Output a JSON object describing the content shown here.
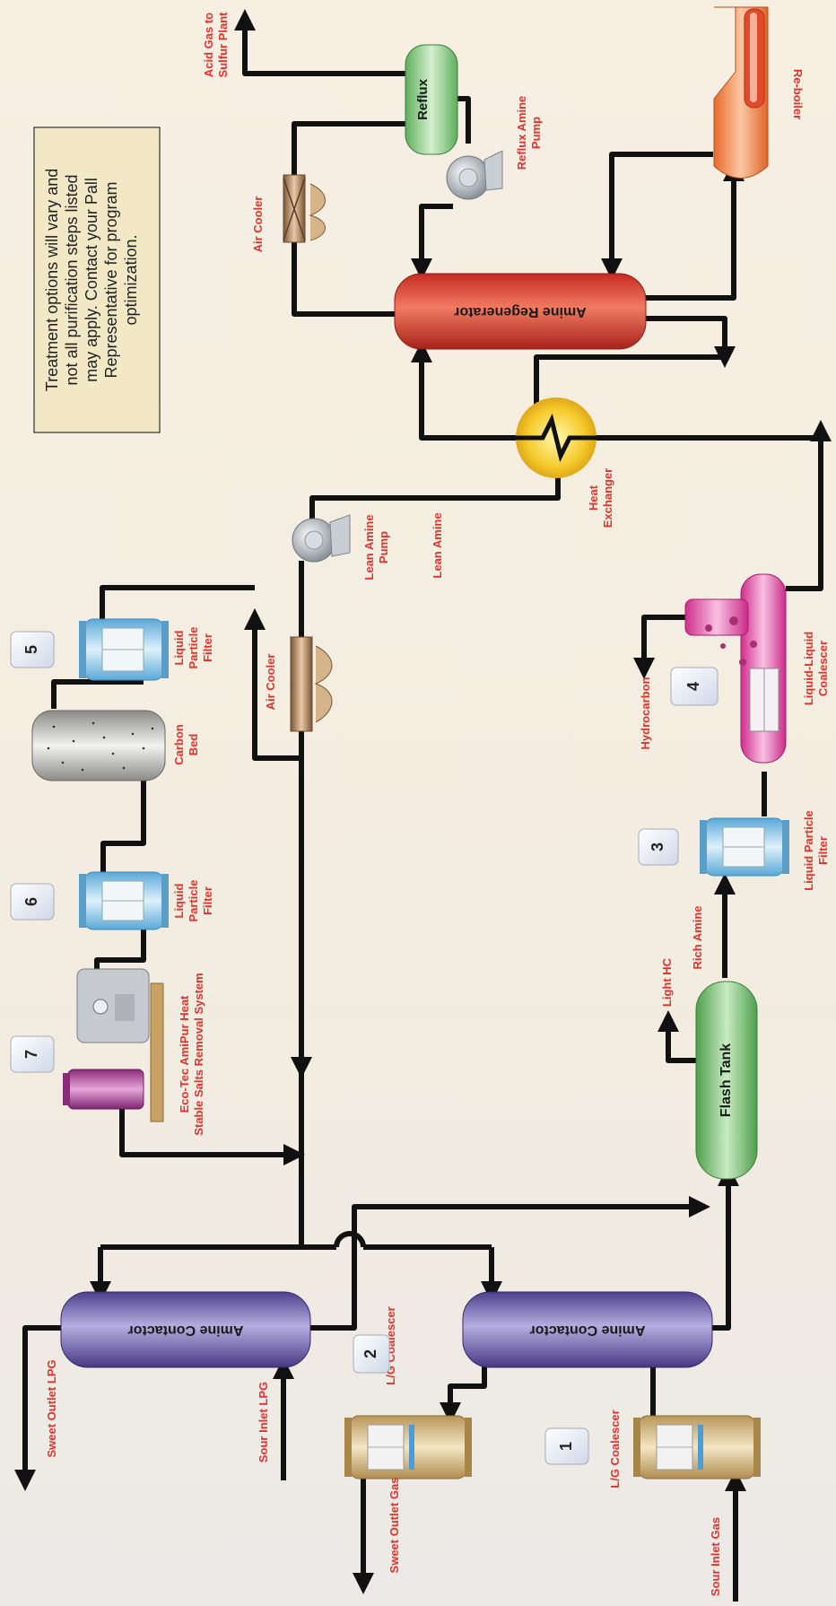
{
  "labels": {
    "acid_gas": [
      "Acid Gas to",
      "Sulfur Plant"
    ],
    "reflux": "Reflux",
    "reflux_pump": [
      "Reflux Amine",
      "Pump"
    ],
    "reboiler": "Re-boiler",
    "air_cooler_top": "Air Cooler",
    "amine_regenerator": "Amine Regenerator",
    "heat_exchanger": [
      "Heat",
      "Exchanger"
    ],
    "lean_amine_pump": [
      "Lean Amine",
      "Pump"
    ],
    "lean_amine": "Lean Amine",
    "air_cooler_mid": "Air Cooler",
    "liquid_particle_filter_5": [
      "Liquid",
      "Particle",
      "Filter"
    ],
    "carbon_bed": [
      "Carbon",
      "Bed"
    ],
    "liquid_particle_filter_6": [
      "Liquid",
      "Particle",
      "Filter"
    ],
    "eco_tec": [
      "Eco-Tec AmiPur Heat",
      "Stable Salts Removal System"
    ],
    "hydrocarbon": "Hydrocarbon",
    "liquid_liquid_coalescer": [
      "Liquid-Liquid",
      "Coalescer"
    ],
    "liquid_particle_filter_3": [
      "Liquid Particle",
      "Filter"
    ],
    "rich_amine": "Rich Amine",
    "light_hc": "Light HC",
    "flash_tank": "Flash Tank",
    "amine_contactor_lpg": "Amine Contactor",
    "amine_contactor_gas": "Amine Contactor",
    "lg_coalescer_2": "L/G Coalescer",
    "lg_coalescer_1": "L/G Coalescer",
    "sweet_outlet_lpg": "Sweet Outlet LPG",
    "sour_inlet_lpg": "Sour Inlet LPG",
    "sweet_outlet_gas": "Sweet Outlet Gas",
    "sour_inlet_gas": "Sour Inlet Gas"
  },
  "callouts": {
    "n1": "1",
    "n2": "2",
    "n3": "3",
    "n4": "4",
    "n5": "5",
    "n6": "6",
    "n7": "7"
  },
  "note": [
    "Treatment options will vary and",
    "not all purification steps listed",
    "may apply. Contact your Pall",
    "Representative for program",
    "optimization."
  ],
  "colors": {
    "label_red": "#e8302a",
    "pipe": "#111111",
    "regenerator": "#d8382c",
    "contactor": "#6a5aa8",
    "flash_tank": "#7fc27c",
    "coalescer_pink": "#e23a9a",
    "filter_blue": "#8cc8ea",
    "reboiler": "#f08a4a",
    "note_bg": "#f3e8c6"
  }
}
